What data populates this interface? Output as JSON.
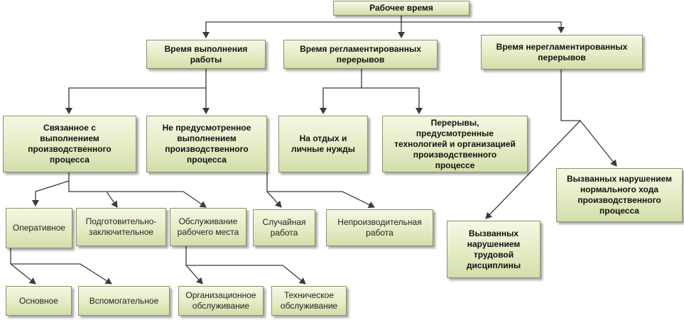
{
  "nodes": {
    "root": "Рабочее время",
    "work_time": "Время выполнения\nработы",
    "regulated_breaks": "Время регламентированных\nперерывов",
    "unregulated_breaks": "Время нерегламентированных\nперерывов",
    "related_process": "Связанное с\nвыполнением\nпроизводственного\nпроцесса",
    "unforeseen": "Не предусмотренное\nвыполнением\nпроизводственного\nпроцесса",
    "rest_needs": "На отдых и\nличные нужды",
    "tech_breaks": "Перерывы,\nпредусмотренные\nтехнологией и организацией\nпроизводственного\nпроцессе",
    "violation_process": "Вызванных нарушением\nнормального хода\nпроизводственного\nпроцесса",
    "violation_discipline": "Вызванных\nнарушением\nтрудовой\nдисциплины",
    "operative": "Оперативное",
    "prep_final": "Подготовительно-\nзаключительное",
    "workplace_service": "Обслуживание\nрабочего места",
    "random_work": "Случайная\nработа",
    "unproductive": "Непроизводительная\nработа",
    "main": "Основное",
    "auxiliary": "Вспомогательное",
    "org_service": "Организационное\nобслуживание",
    "tech_service": "Техническое\nобслуживание"
  },
  "colors": {
    "box_fill_top": "#f4f8e4",
    "box_fill_bottom": "#d2deaa",
    "box_border": "#8a9468",
    "connector": "#3a3a3a"
  }
}
